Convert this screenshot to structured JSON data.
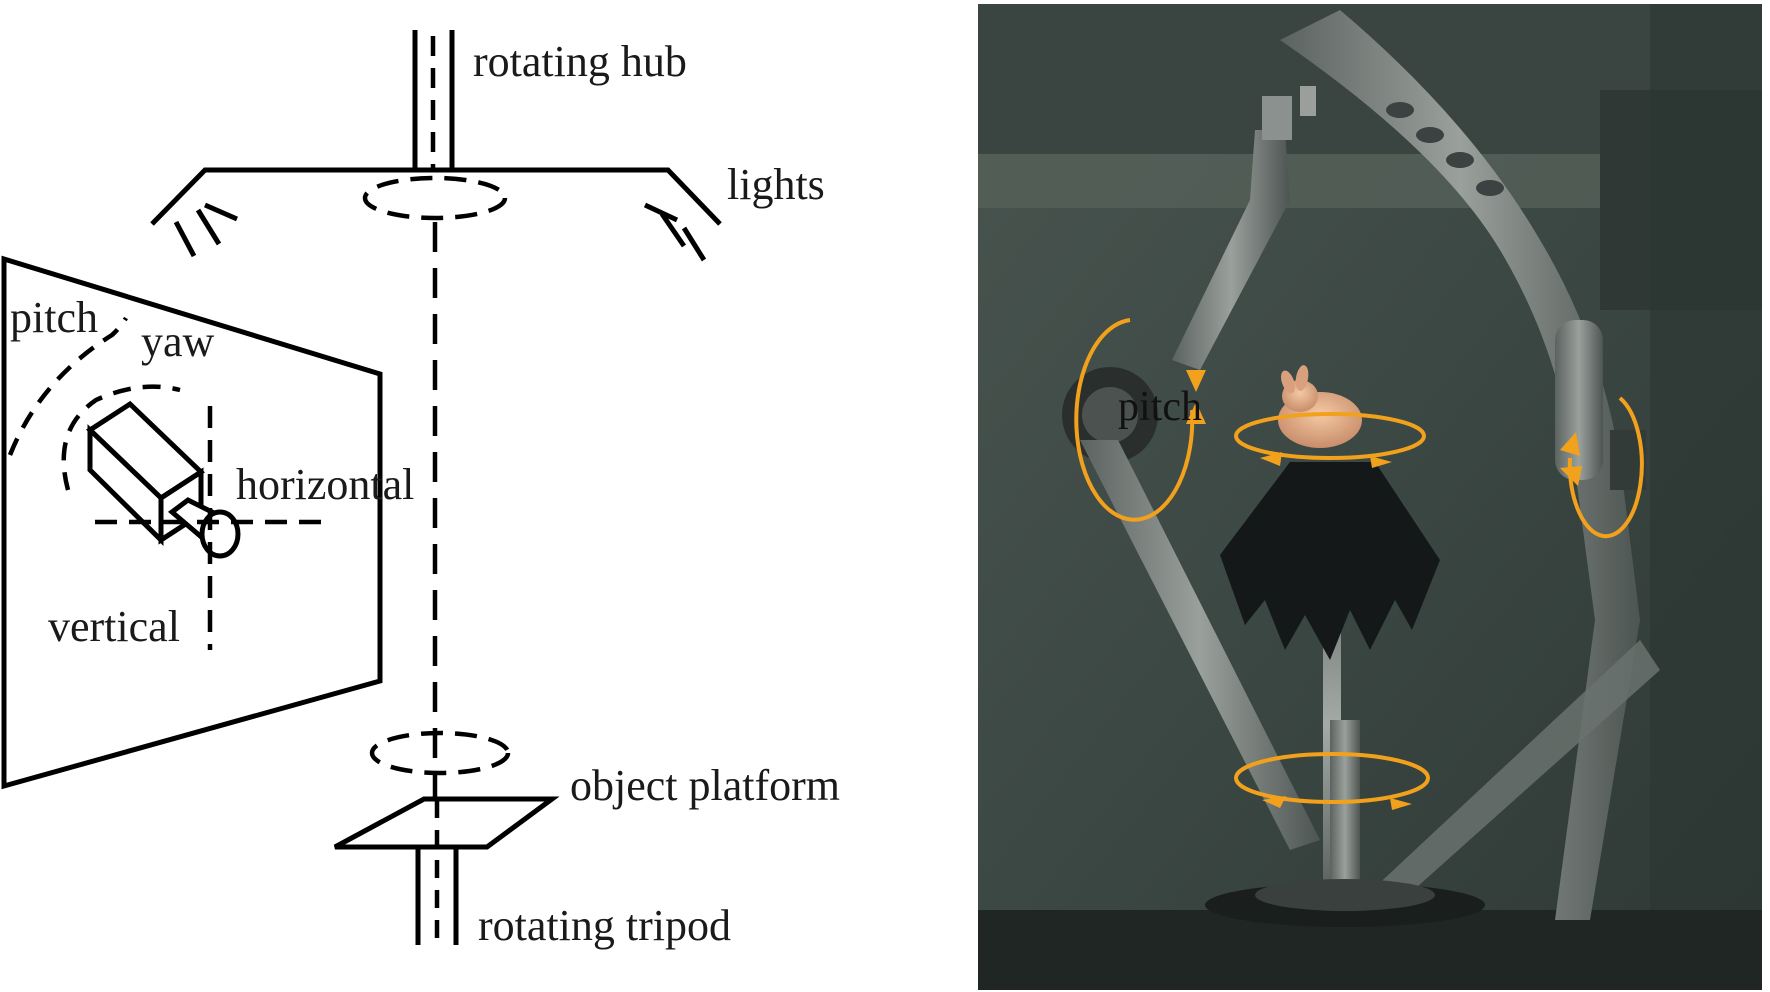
{
  "diagram": {
    "labels": {
      "rotating_hub": "rotating hub",
      "lights": "lights",
      "pitch": "pitch",
      "yaw": "yaw",
      "horizontal": "horizontal",
      "vertical": "vertical",
      "object_platform": "object platform",
      "rotating_tripod": "rotating tripod"
    }
  },
  "photo": {
    "labels": {
      "pitch": "pitch"
    },
    "colors": {
      "annotation_arrows": "#f2a11c",
      "background": "#3f4a45"
    }
  }
}
